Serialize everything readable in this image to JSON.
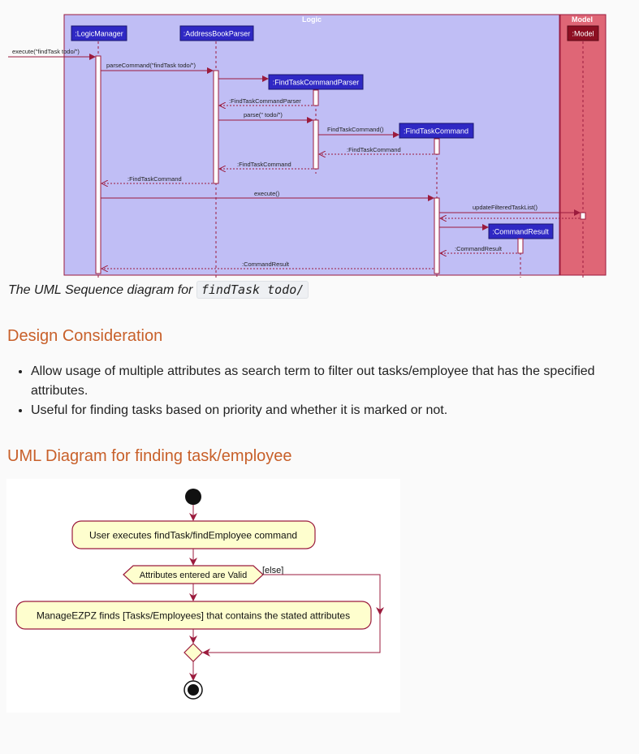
{
  "sequence": {
    "frames": {
      "logic": "Logic",
      "model": "Model"
    },
    "participants": {
      "logic_manager": ":LogicManager",
      "parser": ":AddressBookParser",
      "cmd_parser": ":FindTaskCommandParser",
      "cmd": ":FindTaskCommand",
      "result": ":CommandResult",
      "model": ":Model"
    },
    "messages": {
      "execute_in": "execute(\"findTask todo/\")",
      "parse_command": "parseCommand(\"findTask todo/\")",
      "ret_parser": ":FindTaskCommandParser",
      "parse": "parse(\" todo/\")",
      "create_cmd": "FindTaskCommand()",
      "ret_cmd_inner": ":FindTaskCommand",
      "ret_cmd_outer": ":FindTaskCommand",
      "ret_cmd_lm": ":FindTaskCommand",
      "execute": "execute()",
      "update": "updateFilteredTaskList()",
      "ret_result": ":CommandResult",
      "ret_result_final": ":CommandResult"
    }
  },
  "caption": {
    "prefix": "The UML Sequence diagram for",
    "code": "findTask todo/"
  },
  "design": {
    "heading": "Design Consideration",
    "bullets": [
      "Allow usage of multiple attributes as search term to filter out tasks/employee that has the specified attributes.",
      "Useful for finding tasks based on priority and whether it is marked or not."
    ]
  },
  "activity": {
    "heading": "UML Diagram for finding task/employee",
    "step1": "User executes findTask/findEmployee command",
    "condition": "Attributes entered are Valid",
    "else_label": "[else]",
    "step2": "ManageEZPZ finds [Tasks/Employees] that contains the stated attributes"
  },
  "colors": {
    "logic_bg": "#c0bef5",
    "model_bg": "#df6676",
    "participant": "#2f28c4",
    "arrow": "#9b1b3d",
    "activity_fill": "#fefece",
    "heading": "#c8602a"
  }
}
